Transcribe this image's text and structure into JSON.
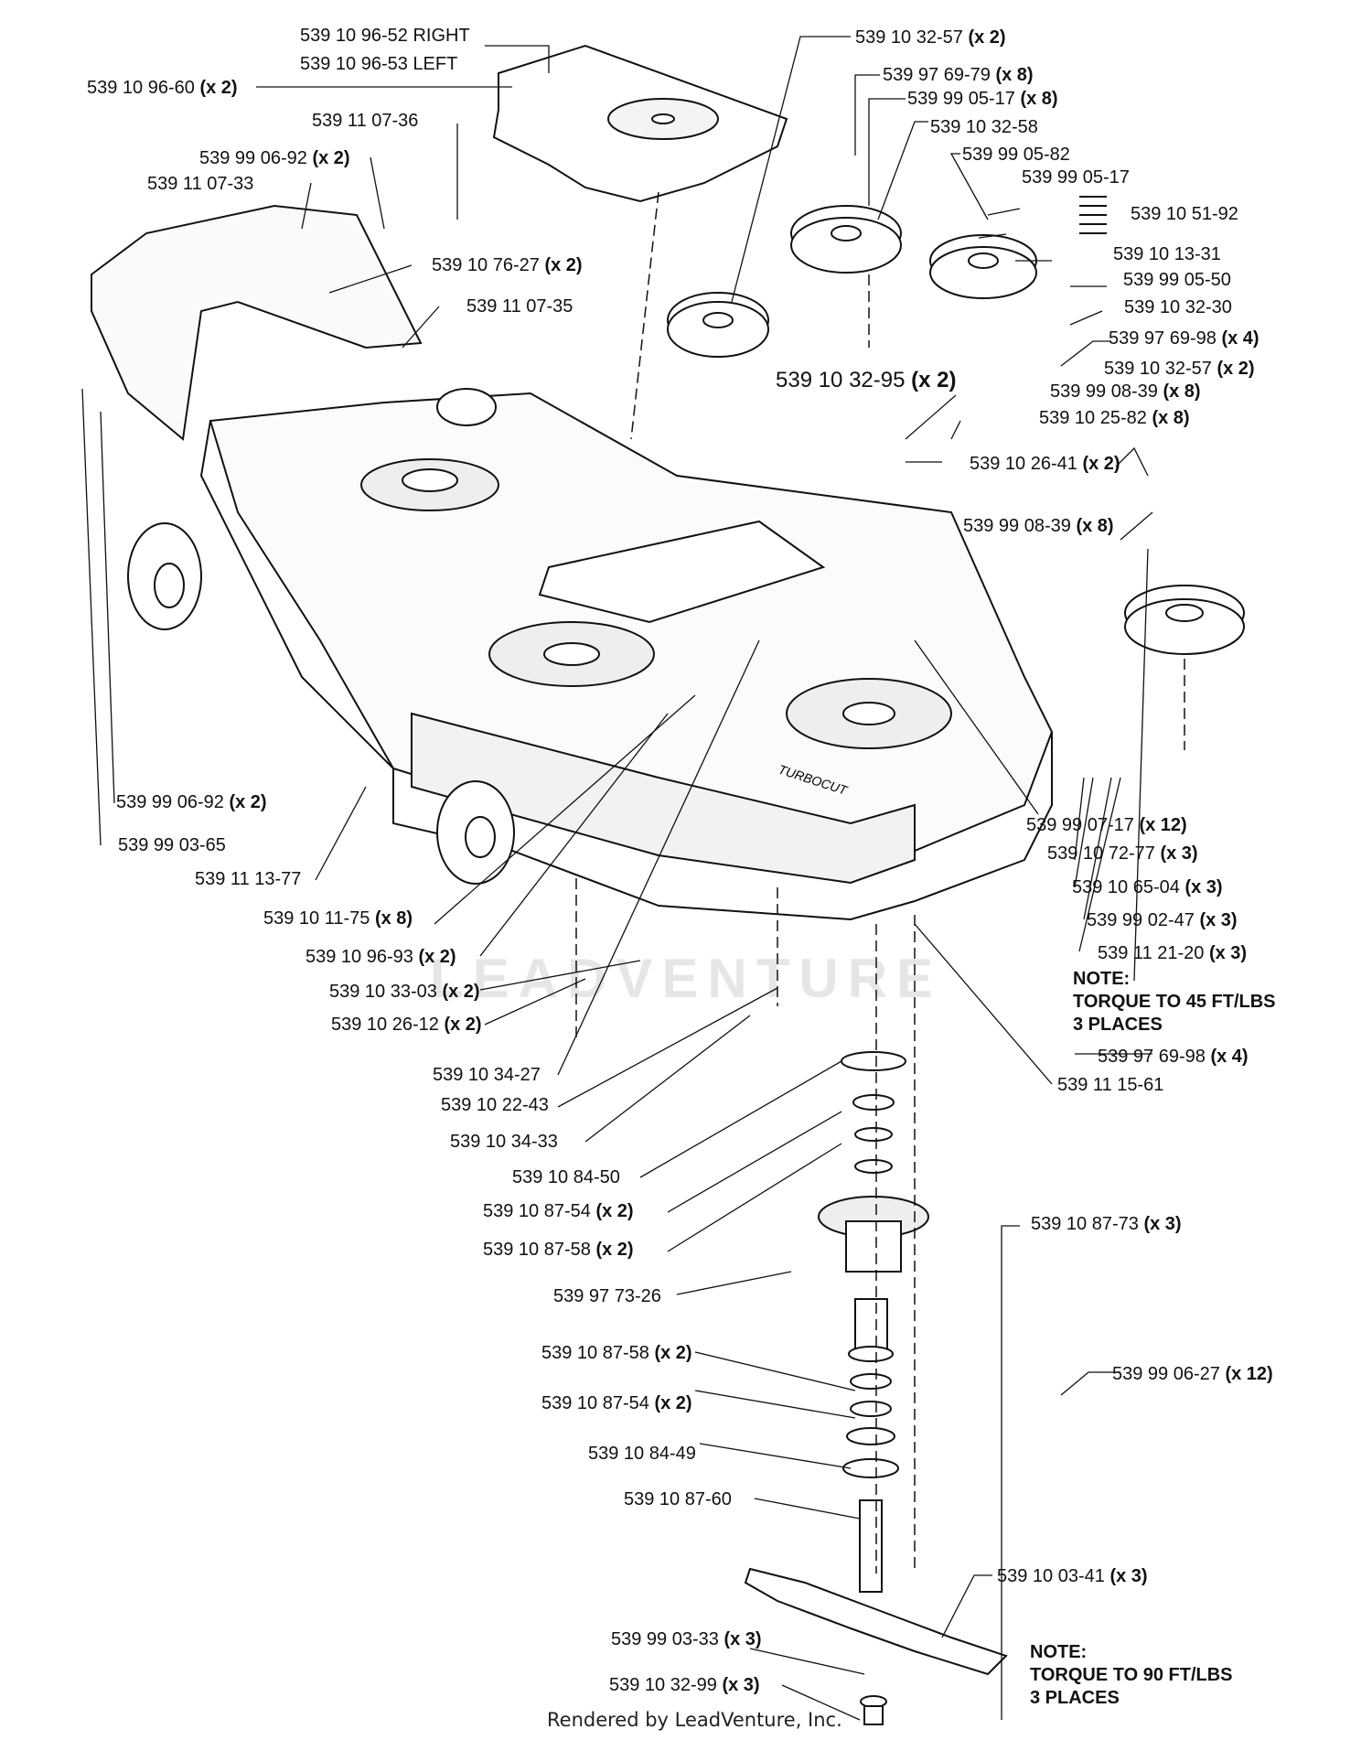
{
  "labels": [
    {
      "id": "l01",
      "text": "539 10 96-52 RIGHT",
      "qty": ""
    },
    {
      "id": "l02",
      "text": "539 10 96-53 LEFT",
      "qty": ""
    },
    {
      "id": "l03",
      "text": "539 10 96-60",
      "qty": "(x 2)"
    },
    {
      "id": "l04",
      "text": "539 11 07-36",
      "qty": ""
    },
    {
      "id": "l05",
      "text": "539 99 06-92",
      "qty": "(x 2)"
    },
    {
      "id": "l06",
      "text": "539 11 07-33",
      "qty": ""
    },
    {
      "id": "l07",
      "text": "539 10 76-27",
      "qty": "(x 2)"
    },
    {
      "id": "l08",
      "text": "539 11 07-35",
      "qty": ""
    },
    {
      "id": "l09",
      "text": "539 10 32-57",
      "qty": "(x 2)"
    },
    {
      "id": "l10",
      "text": "539 97 69-79",
      "qty": "(x 8)"
    },
    {
      "id": "l11",
      "text": "539 99 05-17",
      "qty": "(x 8)"
    },
    {
      "id": "l12",
      "text": "539 10 32-58",
      "qty": ""
    },
    {
      "id": "l13",
      "text": "539 99 05-82",
      "qty": ""
    },
    {
      "id": "l14",
      "text": "539 99 05-17",
      "qty": ""
    },
    {
      "id": "l15",
      "text": "539 10 51-92",
      "qty": ""
    },
    {
      "id": "l16",
      "text": "539 10 13-31",
      "qty": ""
    },
    {
      "id": "l17",
      "text": "539 99 05-50",
      "qty": ""
    },
    {
      "id": "l18",
      "text": "539 10 32-30",
      "qty": ""
    },
    {
      "id": "l19",
      "text": "539 97 69-98",
      "qty": "(x 4)"
    },
    {
      "id": "l20",
      "text": "539 10 32-57",
      "qty": "(x 2)"
    },
    {
      "id": "l21",
      "text": "539 10 32-95",
      "qty": "(x 2)"
    },
    {
      "id": "l22",
      "text": "539 99 08-39",
      "qty": "(x 8)"
    },
    {
      "id": "l23",
      "text": "539 10 25-82",
      "qty": "(x 8)"
    },
    {
      "id": "l24",
      "text": "539 10 26-41",
      "qty": "(x 2)"
    },
    {
      "id": "l25",
      "text": "539 99 08-39",
      "qty": "(x 8)"
    },
    {
      "id": "l26",
      "text": "539 99 06-92",
      "qty": "(x 2)"
    },
    {
      "id": "l27",
      "text": "539 99 03-65",
      "qty": ""
    },
    {
      "id": "l28",
      "text": "539 11 13-77",
      "qty": ""
    },
    {
      "id": "l29",
      "text": "539 10 11-75",
      "qty": "(x 8)"
    },
    {
      "id": "l30",
      "text": "539 10 96-93",
      "qty": "(x 2)"
    },
    {
      "id": "l31",
      "text": "539 10 33-03",
      "qty": "(x 2)"
    },
    {
      "id": "l32",
      "text": "539 10 26-12",
      "qty": "(x 2)"
    },
    {
      "id": "l33",
      "text": "539 99 07-17",
      "qty": "(x 12)"
    },
    {
      "id": "l34",
      "text": "539 10 72-77",
      "qty": "(x 3)"
    },
    {
      "id": "l35",
      "text": "539 10 65-04",
      "qty": "(x 3)"
    },
    {
      "id": "l36",
      "text": "539 99 02-47",
      "qty": "(x 3)"
    },
    {
      "id": "l37",
      "text": "539 11 21-20",
      "qty": "(x 3)"
    },
    {
      "id": "l38",
      "text": "539 97 69-98",
      "qty": "(x 4)"
    },
    {
      "id": "l39",
      "text": "539 11 15-61",
      "qty": ""
    },
    {
      "id": "l40",
      "text": "539 10 34-27",
      "qty": ""
    },
    {
      "id": "l41",
      "text": "539 10 22-43",
      "qty": ""
    },
    {
      "id": "l42",
      "text": "539 10 34-33",
      "qty": ""
    },
    {
      "id": "l43",
      "text": "539 10 84-50",
      "qty": ""
    },
    {
      "id": "l44",
      "text": "539 10 87-54",
      "qty": "(x 2)"
    },
    {
      "id": "l45",
      "text": "539 10 87-58",
      "qty": "(x 2)"
    },
    {
      "id": "l46",
      "text": "539 10 87-73",
      "qty": "(x 3)"
    },
    {
      "id": "l47",
      "text": "539 97 73-26",
      "qty": ""
    },
    {
      "id": "l48",
      "text": "539 99 06-27",
      "qty": "(x 12)"
    },
    {
      "id": "l49",
      "text": "539 10 87-58",
      "qty": "(x 2)"
    },
    {
      "id": "l50",
      "text": "539 10 87-54",
      "qty": "(x 2)"
    },
    {
      "id": "l51",
      "text": "539 10 84-49",
      "qty": ""
    },
    {
      "id": "l52",
      "text": "539 10 87-60",
      "qty": ""
    },
    {
      "id": "l53",
      "text": "539 10 03-41",
      "qty": "(x 3)"
    },
    {
      "id": "l54",
      "text": "539 99 03-33",
      "qty": "(x 3)"
    },
    {
      "id": "l55",
      "text": "539 10 32-99",
      "qty": "(x 3)"
    }
  ],
  "notes": [
    {
      "id": "n1",
      "lines": [
        "NOTE:",
        "TORQUE TO 45 FT/LBS",
        "3 PLACES"
      ]
    },
    {
      "id": "n2",
      "lines": [
        "NOTE:",
        "TORQUE TO 90 FT/LBS",
        "3 PLACES"
      ]
    }
  ],
  "footer": "Rendered by LeadVenture, Inc.",
  "watermark": "LEADVENTURE",
  "deck_decal": "TURBOCUT"
}
